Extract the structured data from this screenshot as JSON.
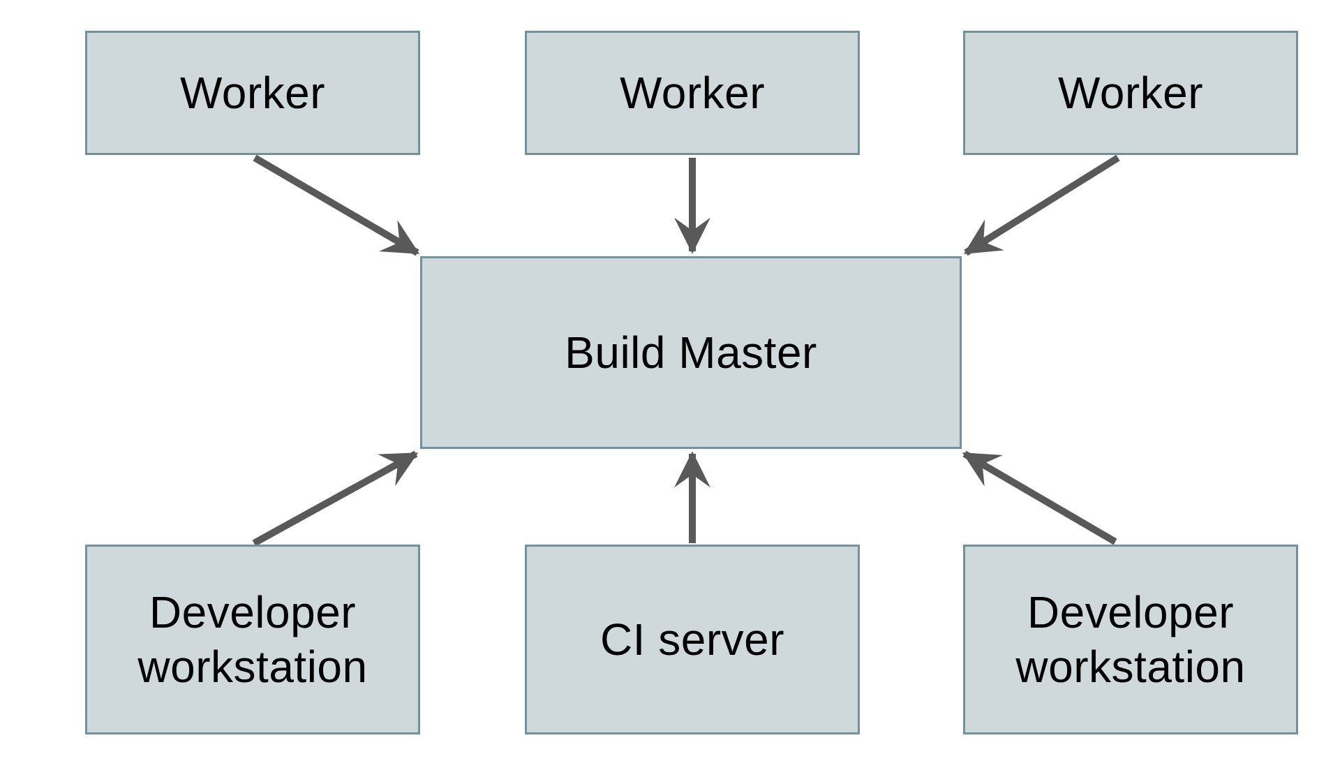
{
  "diagram": {
    "type": "architecture-diagram",
    "nodes": [
      {
        "id": "worker-1",
        "label": "Worker"
      },
      {
        "id": "worker-2",
        "label": "Worker"
      },
      {
        "id": "worker-3",
        "label": "Worker"
      },
      {
        "id": "build-master",
        "label": "Build Master"
      },
      {
        "id": "dev-workstation-left",
        "label": "Developer workstation"
      },
      {
        "id": "ci-server",
        "label": "CI server"
      },
      {
        "id": "dev-workstation-right",
        "label": "Developer workstation"
      }
    ],
    "edges": [
      {
        "from": "worker-1",
        "to": "build-master",
        "direction": "down-right"
      },
      {
        "from": "worker-2",
        "to": "build-master",
        "direction": "down"
      },
      {
        "from": "worker-3",
        "to": "build-master",
        "direction": "down-left"
      },
      {
        "from": "dev-workstation-left",
        "to": "build-master",
        "direction": "up-right"
      },
      {
        "from": "ci-server",
        "to": "build-master",
        "direction": "up"
      },
      {
        "from": "dev-workstation-right",
        "to": "build-master",
        "direction": "up-left"
      }
    ],
    "colors": {
      "node_fill": "#cfd8da",
      "node_border": "#73909d",
      "arrow": "#595959",
      "text": "#000000",
      "background": "#ffffff"
    }
  }
}
